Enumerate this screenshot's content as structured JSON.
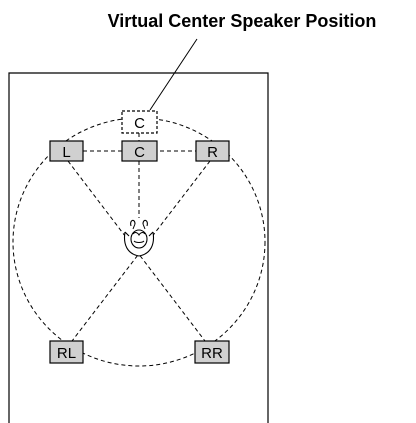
{
  "title": "Virtual Center Speaker Position",
  "speakers": {
    "virtual_center": "C",
    "left": "L",
    "center": "C",
    "right": "R",
    "rear_left": "RL",
    "rear_right": "RR"
  },
  "icons": {
    "listener": "listener-person-icon"
  }
}
